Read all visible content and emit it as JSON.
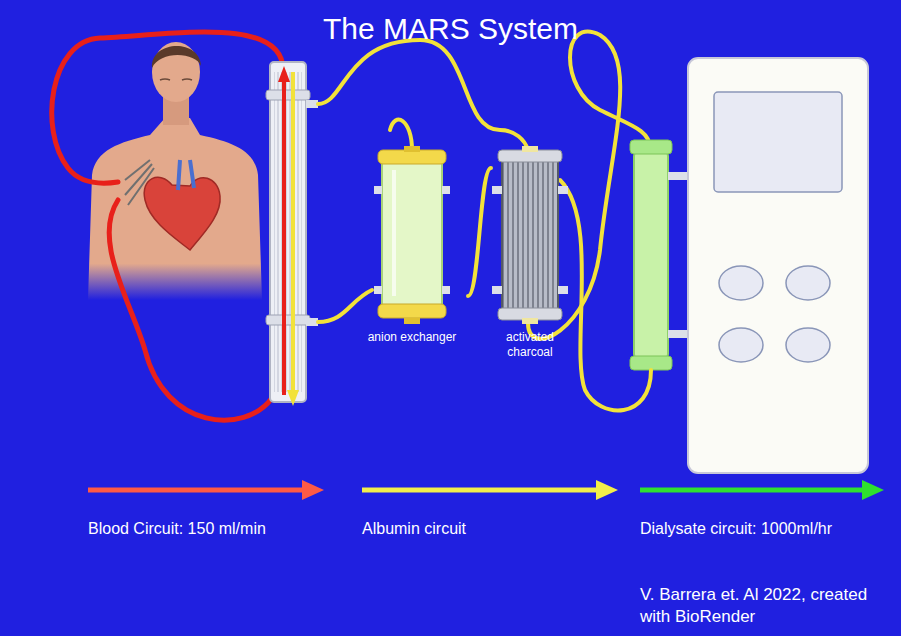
{
  "diagram": {
    "title": "The MARS System",
    "caption": "V. Barrera et. Al 2022, created with BioRender",
    "nodes": [
      {
        "text": [
          "anion exchanger"
        ]
      },
      {
        "text": [
          "activated charcoal"
        ]
      }
    ],
    "edges": [
      {
        "from": 0,
        "to": 1,
        "arrow": "none"
      }
    ],
    "legend": [
      {
        "text": "Blood Circuit: 150 ml/min"
      },
      {
        "text": "Albumin circuit"
      },
      {
        "text": "Dialysate circuit: 1000ml/hr"
      }
    ]
  }
}
